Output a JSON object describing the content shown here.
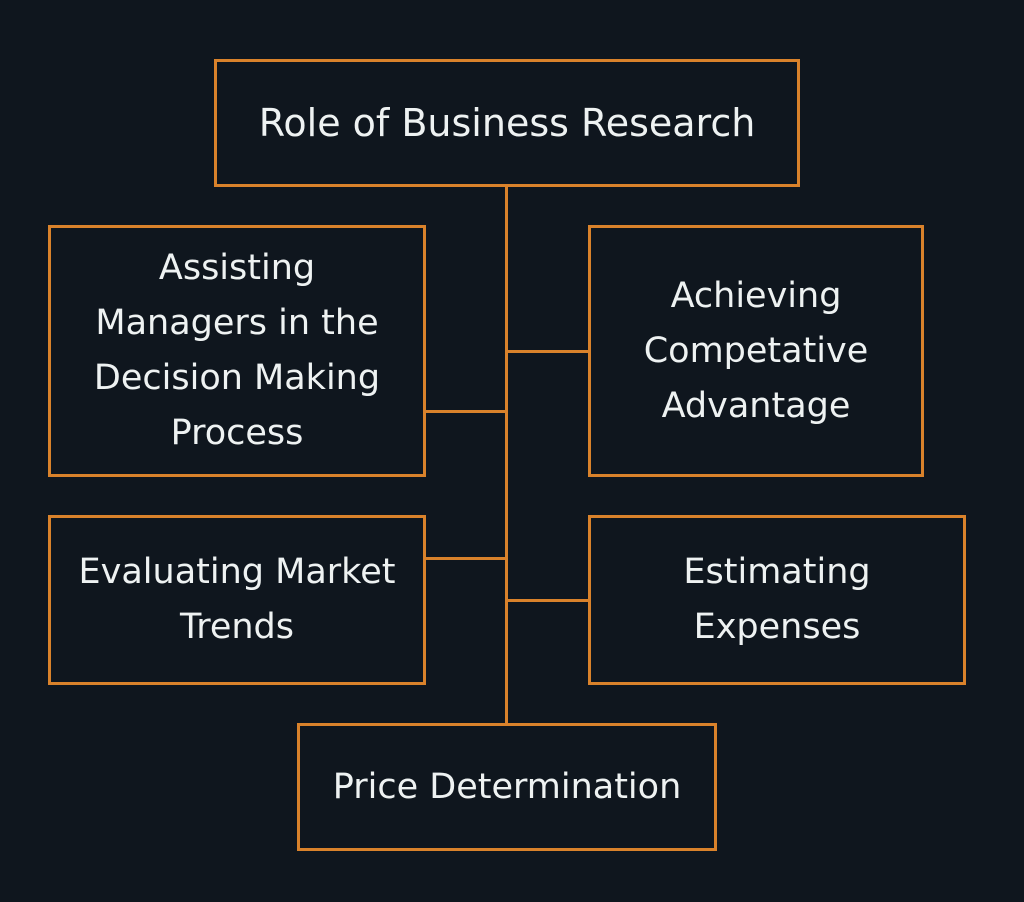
{
  "title": "Role of Business Research",
  "nodes": {
    "assisting": "Assisting Managers in the Decision Making Process",
    "achieving": "Achieving Competative Advantage",
    "evaluating": "Evaluating Market Trends",
    "estimating": "Estimating Expenses",
    "price": "Price Determination"
  },
  "colors": {
    "border": "#d9822b",
    "background": "#0f161e",
    "text": "#eef2f2"
  }
}
